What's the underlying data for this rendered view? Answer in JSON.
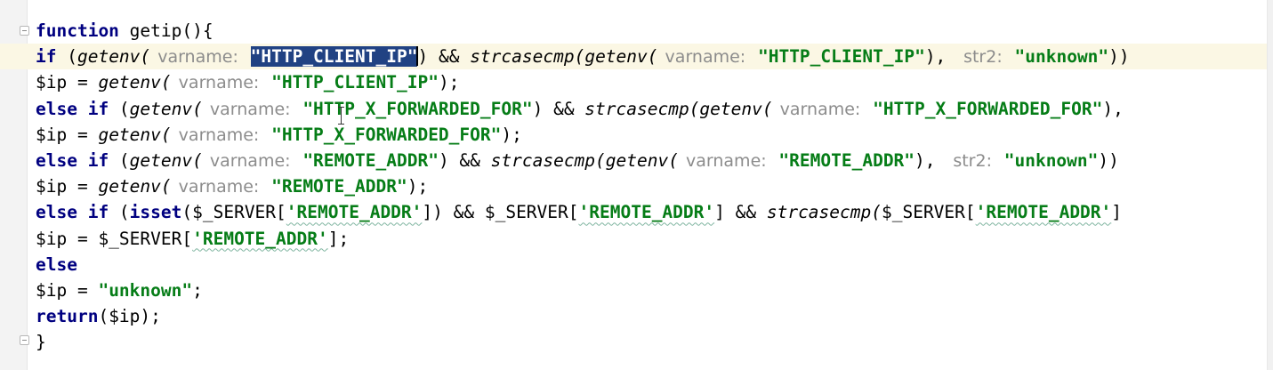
{
  "editor": {
    "lines": [
      {
        "tokens": [
          {
            "t": "function",
            "c": "kw"
          },
          {
            "t": " getip(){",
            "c": "plain"
          }
        ]
      },
      {
        "current": true,
        "tokens": [
          {
            "t": "if",
            "c": "kw"
          },
          {
            "t": " (",
            "c": "plain"
          },
          {
            "t": "getenv(",
            "c": "fn"
          },
          {
            "t": " varname:",
            "c": "hint"
          },
          {
            "t": " ",
            "c": "plain"
          },
          {
            "t": "\"",
            "c": "str sel"
          },
          {
            "t": "HTTP_CLIENT_IP",
            "c": "str sel"
          },
          {
            "t": "\"",
            "c": "str sel"
          },
          {
            "t": "|",
            "c": "caret"
          },
          {
            "t": ") && ",
            "c": "plain"
          },
          {
            "t": "strcasecmp(getenv(",
            "c": "fn"
          },
          {
            "t": " varname:",
            "c": "hint"
          },
          {
            "t": " ",
            "c": "plain"
          },
          {
            "t": "\"HTTP_CLIENT_IP\"",
            "c": "str"
          },
          {
            "t": "), ",
            "c": "plain"
          },
          {
            "t": " str2:",
            "c": "hint"
          },
          {
            "t": " ",
            "c": "plain"
          },
          {
            "t": "\"unknown\"",
            "c": "str"
          },
          {
            "t": "))",
            "c": "plain"
          }
        ]
      },
      {
        "tokens": [
          {
            "t": "$ip = ",
            "c": "var"
          },
          {
            "t": "getenv(",
            "c": "fn"
          },
          {
            "t": " varname:",
            "c": "hint"
          },
          {
            "t": " ",
            "c": "plain"
          },
          {
            "t": "\"HTTP_CLIENT_IP\"",
            "c": "str"
          },
          {
            "t": ");",
            "c": "plain"
          }
        ]
      },
      {
        "tokens": [
          {
            "t": "else if",
            "c": "kw"
          },
          {
            "t": " (",
            "c": "plain"
          },
          {
            "t": "getenv(",
            "c": "fn"
          },
          {
            "t": " varname:",
            "c": "hint"
          },
          {
            "t": " ",
            "c": "plain"
          },
          {
            "t": "\"HTTP_X_FORWARDED_FOR\"",
            "c": "str"
          },
          {
            "t": ") && ",
            "c": "plain"
          },
          {
            "t": "strcasecmp(getenv(",
            "c": "fn"
          },
          {
            "t": " varname:",
            "c": "hint"
          },
          {
            "t": " ",
            "c": "plain"
          },
          {
            "t": "\"HTTP_X_FORWARDED_FOR\"",
            "c": "str"
          },
          {
            "t": "),",
            "c": "plain"
          }
        ]
      },
      {
        "tokens": [
          {
            "t": "$ip = ",
            "c": "var"
          },
          {
            "t": "getenv(",
            "c": "fn"
          },
          {
            "t": " varname:",
            "c": "hint"
          },
          {
            "t": " ",
            "c": "plain"
          },
          {
            "t": "\"HTTP_X_FORWARDED_FOR\"",
            "c": "str"
          },
          {
            "t": ");",
            "c": "plain"
          }
        ]
      },
      {
        "tokens": [
          {
            "t": "else if",
            "c": "kw"
          },
          {
            "t": " (",
            "c": "plain"
          },
          {
            "t": "getenv(",
            "c": "fn"
          },
          {
            "t": " varname:",
            "c": "hint"
          },
          {
            "t": " ",
            "c": "plain"
          },
          {
            "t": "\"REMOTE_ADDR\"",
            "c": "str"
          },
          {
            "t": ") && ",
            "c": "plain"
          },
          {
            "t": "strcasecmp(getenv(",
            "c": "fn"
          },
          {
            "t": " varname:",
            "c": "hint"
          },
          {
            "t": " ",
            "c": "plain"
          },
          {
            "t": "\"REMOTE_ADDR\"",
            "c": "str"
          },
          {
            "t": "), ",
            "c": "plain"
          },
          {
            "t": " str2:",
            "c": "hint"
          },
          {
            "t": " ",
            "c": "plain"
          },
          {
            "t": "\"unknown\"",
            "c": "str"
          },
          {
            "t": "))",
            "c": "plain"
          }
        ]
      },
      {
        "tokens": [
          {
            "t": "$ip = ",
            "c": "var"
          },
          {
            "t": "getenv(",
            "c": "fn"
          },
          {
            "t": " varname:",
            "c": "hint"
          },
          {
            "t": " ",
            "c": "plain"
          },
          {
            "t": "\"REMOTE_ADDR\"",
            "c": "str"
          },
          {
            "t": ");",
            "c": "plain"
          }
        ]
      },
      {
        "tokens": [
          {
            "t": "else if",
            "c": "kw"
          },
          {
            "t": " (",
            "c": "plain"
          },
          {
            "t": "isset",
            "c": "kw"
          },
          {
            "t": "($_SERVER[",
            "c": "plain"
          },
          {
            "t": "'REMOTE_ADDR'",
            "c": "str squiggle"
          },
          {
            "t": "]) && $_SERVER[",
            "c": "plain"
          },
          {
            "t": "'REMOTE_ADDR'",
            "c": "str squiggle"
          },
          {
            "t": "] && ",
            "c": "plain"
          },
          {
            "t": "strcasecmp(",
            "c": "fn"
          },
          {
            "t": "$_SERVER[",
            "c": "plain"
          },
          {
            "t": "'REMOTE_ADDR'",
            "c": "str squiggle"
          },
          {
            "t": "]",
            "c": "plain"
          }
        ]
      },
      {
        "tokens": [
          {
            "t": "$ip = $_SERVER[",
            "c": "var"
          },
          {
            "t": "'REMOTE_ADDR'",
            "c": "str squiggle"
          },
          {
            "t": "];",
            "c": "plain"
          }
        ]
      },
      {
        "tokens": [
          {
            "t": "else",
            "c": "kw"
          }
        ]
      },
      {
        "tokens": [
          {
            "t": "$ip = ",
            "c": "var"
          },
          {
            "t": "\"unknown\"",
            "c": "str"
          },
          {
            "t": ";",
            "c": "plain"
          }
        ]
      },
      {
        "tokens": [
          {
            "t": "return",
            "c": "kw"
          },
          {
            "t": "($ip);",
            "c": "plain"
          }
        ]
      },
      {
        "tokens": [
          {
            "t": "}",
            "c": "plain"
          }
        ]
      }
    ]
  }
}
